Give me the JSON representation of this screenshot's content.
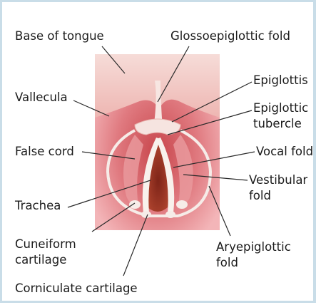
{
  "labels": {
    "base_of_tongue": "Base of tongue",
    "glossoepiglottic_fold": "Glossoepiglottic fold",
    "epiglottis": "Epiglottis",
    "epiglottic_tubercle_line1": "Epiglottic",
    "epiglottic_tubercle_line2": "tubercle",
    "vallecula": "Vallecula",
    "false_cord": "False cord",
    "vocal_fold": "Vocal fold",
    "vestibular_fold_line1": "Vestibular",
    "vestibular_fold_line2": "fold",
    "trachea": "Trachea",
    "cuneiform_line1": "Cuneiform",
    "cuneiform_line2": "cartilage",
    "aryepiglottic_line1": "Aryepiglottic",
    "aryepiglottic_line2": "fold",
    "corniculate_cartilage": "Corniculate cartilage"
  },
  "colors": {
    "frame_border": "#c9dde8",
    "tissue": "#e37f85",
    "tissue_light": "#f0a8ad",
    "tongue": "#f2c9c6",
    "cord_white": "#f8f1ec",
    "trachea": "#9c3226",
    "leader_line": "#2a2a2a"
  }
}
